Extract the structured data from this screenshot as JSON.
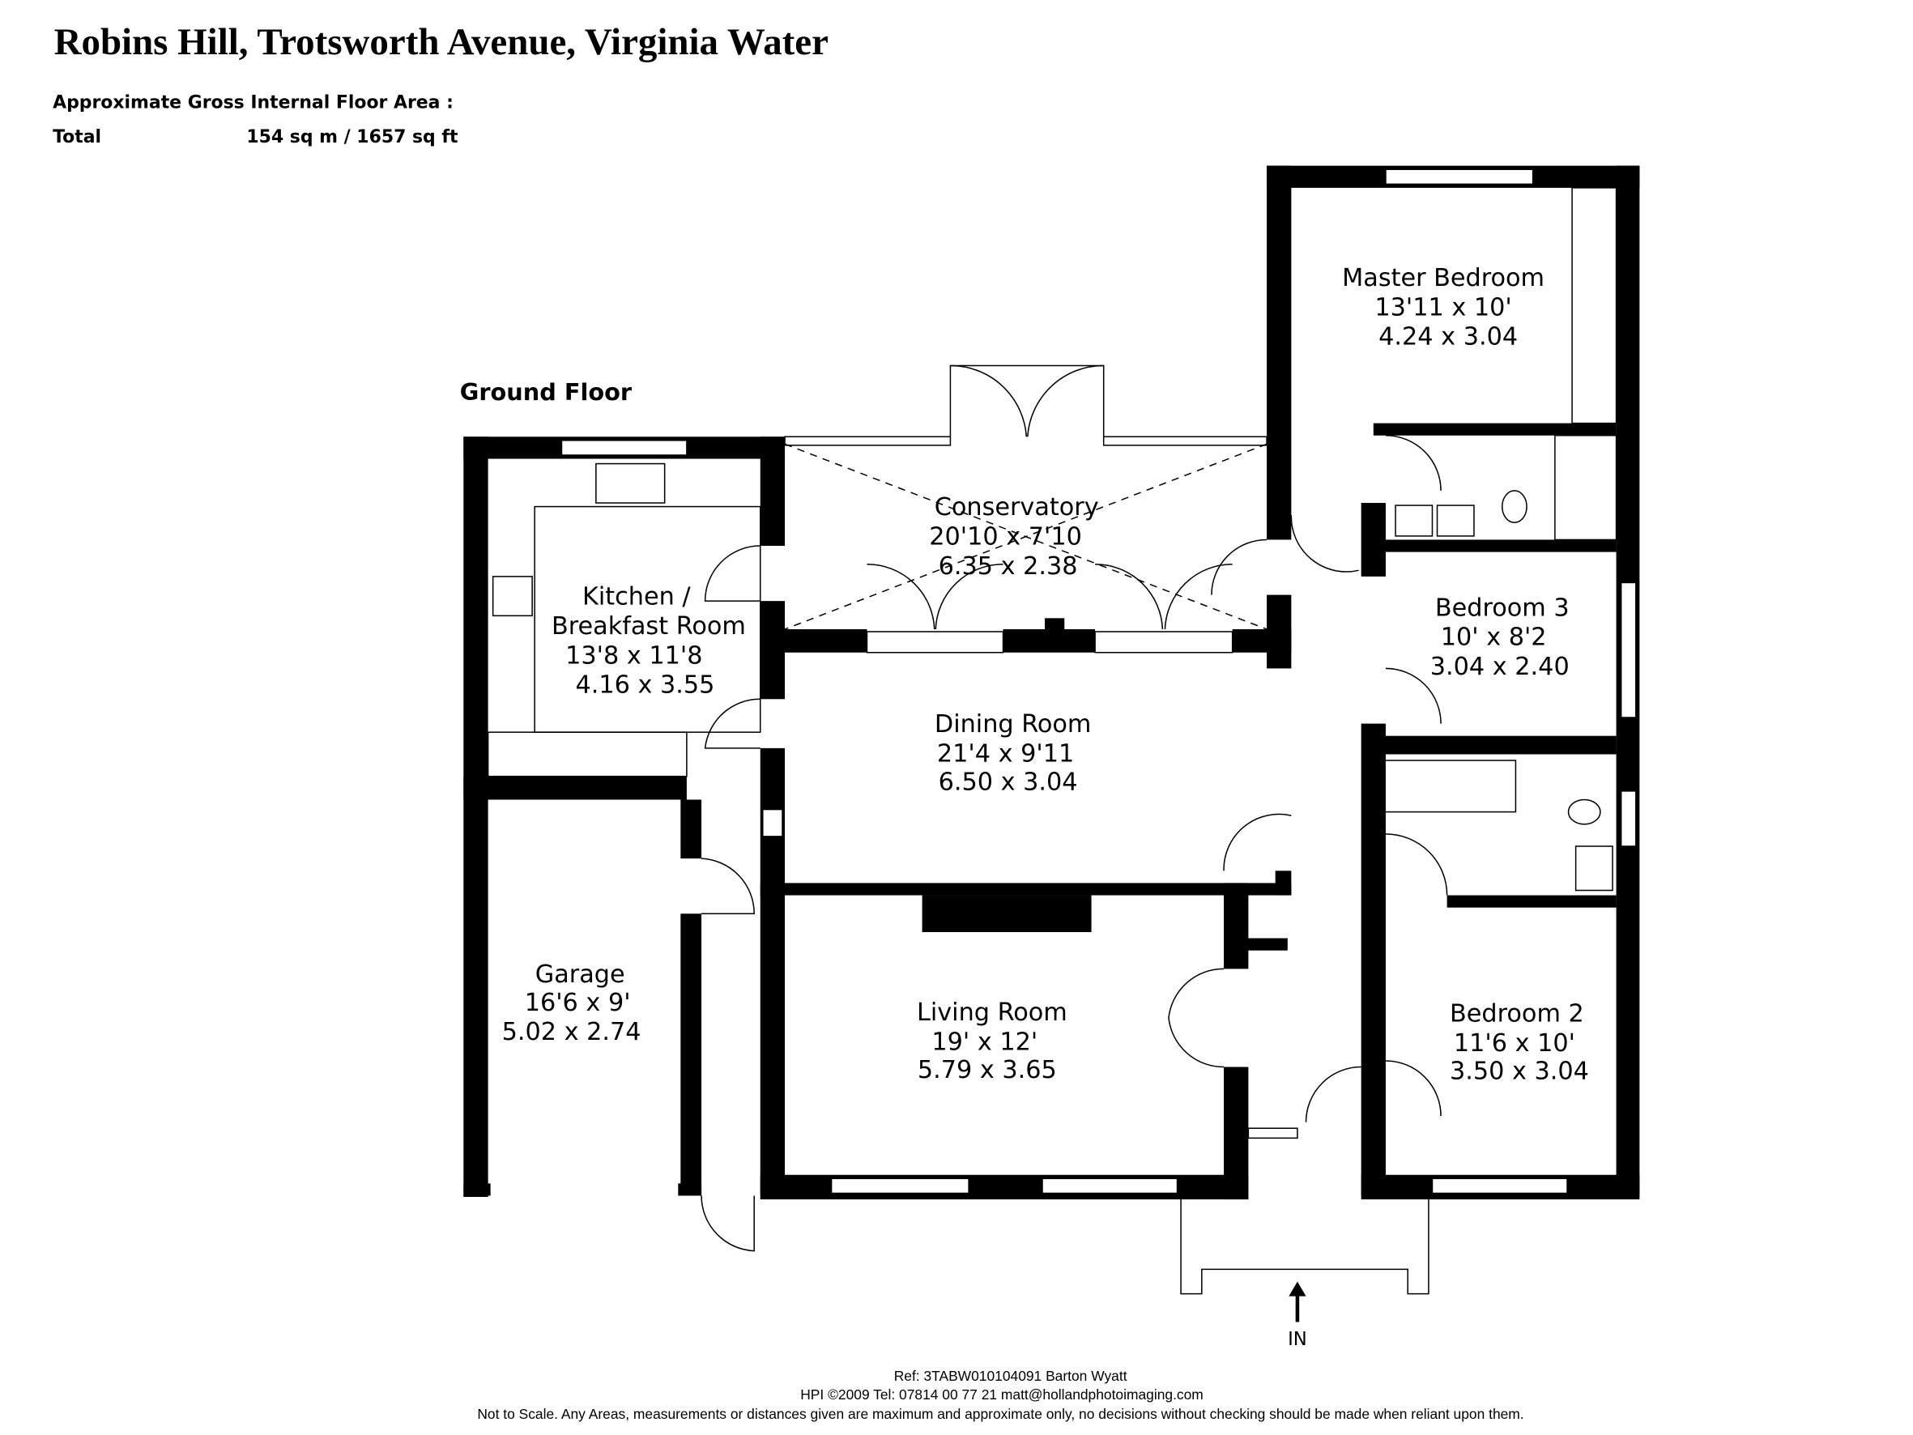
{
  "title": "Robins Hill, Trotsworth Avenue, Virginia Water",
  "area": {
    "heading": "Approximate Gross Internal Floor Area :",
    "total_label": "Total",
    "total_value": "154 sq m / 1657 sq ft"
  },
  "floor_label": "Ground Floor",
  "rooms": [
    {
      "name": "Master Bedroom",
      "imperial": "13'11 x 10'",
      "metric": "4.24 x 3.04"
    },
    {
      "name": "Conservatory",
      "imperial": "20'10 x 7'10",
      "metric": "6.35 x 2.38"
    },
    {
      "name": "Kitchen /",
      "name2": "Breakfast Room",
      "imperial": "13'8 x 11'8",
      "metric": "4.16 x 3.55"
    },
    {
      "name": "Bedroom 3",
      "imperial": "10' x 8'2",
      "metric": "3.04 x 2.40"
    },
    {
      "name": "Dining Room",
      "imperial": "21'4 x 9'11",
      "metric": "6.50 x 3.04"
    },
    {
      "name": "Garage",
      "imperial": "16'6 x 9'",
      "metric": "5.02 x 2.74"
    },
    {
      "name": "Living Room",
      "imperial": "19' x 12'",
      "metric": "5.79 x 3.65"
    },
    {
      "name": "Bedroom 2",
      "imperial": "11'6 x 10'",
      "metric": "3.50 x 3.04"
    }
  ],
  "entrance_label": "IN",
  "footer": {
    "ref": "Ref: 3TABW010104091 Barton Wyatt",
    "contact": "HPI ©2009 Tel: 07814 00 77 21  matt@hollandphotoimaging.com",
    "disclaimer": "Not to Scale. Any Areas, measurements or distances given are maximum and approximate only, no decisions without checking should be made when reliant upon them."
  }
}
